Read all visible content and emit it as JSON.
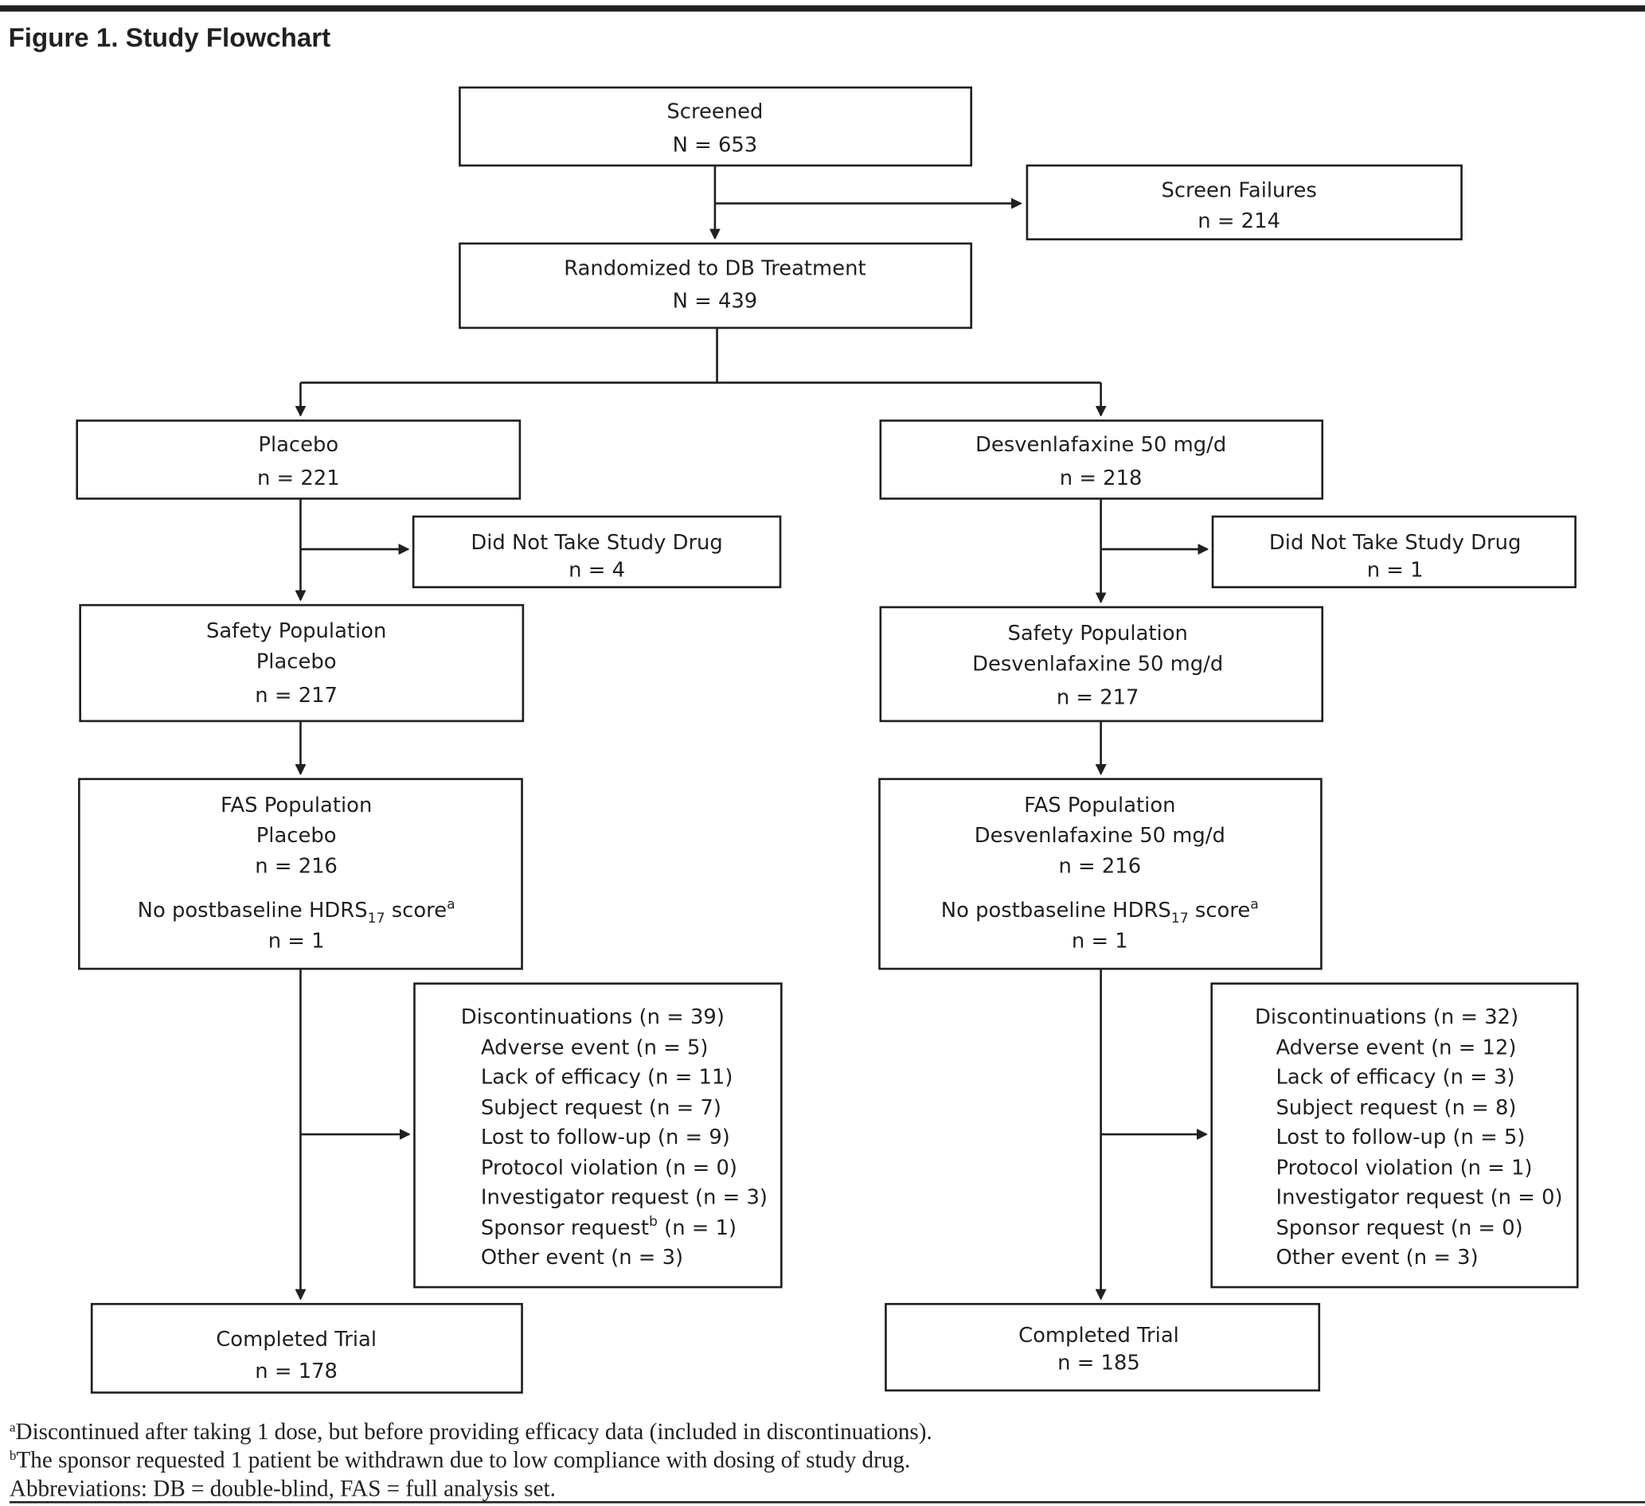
{
  "title": "Figure 1. Study Flowchart",
  "screened": {
    "label": "Screened",
    "n": "N = 653"
  },
  "screen_failures": {
    "label": "Screen Failures",
    "n": "n = 214"
  },
  "randomized": {
    "label": "Randomized to DB Treatment",
    "n": "N = 439"
  },
  "arms": [
    {
      "arm": {
        "label": "Placebo",
        "n": "n = 221"
      },
      "did_not_take": {
        "label": "Did Not Take Study Drug",
        "n": "n = 4"
      },
      "safety": {
        "label": "Safety Population",
        "group": "Placebo",
        "n": "n = 217"
      },
      "fas": {
        "label": "FAS Population",
        "group": "Placebo",
        "n": "n = 216",
        "no_post_prefix": "No postbaseline HDRS",
        "no_post_sub": "17",
        "no_post_suffix": " score",
        "no_post_sup": "a",
        "no_post_n": "n = 1"
      },
      "disc": {
        "header": "Discontinuations (n = 39)",
        "items": [
          {
            "text": "Adverse event (n = 5)"
          },
          {
            "text": "Lack of efficacy (n = 11)"
          },
          {
            "text": "Subject request (n = 7)"
          },
          {
            "text": "Lost to follow-up (n = 9)"
          },
          {
            "text": "Protocol violation (n = 0)"
          },
          {
            "text": "Investigator request (n = 3)"
          },
          {
            "text": "Sponsor request",
            "sup": "b",
            "rest": " (n = 1)"
          },
          {
            "text": "Other event (n = 3)"
          }
        ]
      },
      "completed": {
        "label": "Completed Trial",
        "n": "n = 178"
      }
    },
    {
      "arm": {
        "label": "Desvenlafaxine 50 mg/d",
        "n": "n = 218"
      },
      "did_not_take": {
        "label": "Did Not Take Study Drug",
        "n": "n = 1"
      },
      "safety": {
        "label": "Safety Population",
        "group": "Desvenlafaxine 50 mg/d",
        "n": "n = 217"
      },
      "fas": {
        "label": "FAS Population",
        "group": "Desvenlafaxine 50 mg/d",
        "n": "n = 216",
        "no_post_prefix": "No postbaseline HDRS",
        "no_post_sub": "17",
        "no_post_suffix": " score",
        "no_post_sup": "a",
        "no_post_n": "n = 1"
      },
      "disc": {
        "header": "Discontinuations (n = 32)",
        "items": [
          {
            "text": "Adverse event (n = 12)"
          },
          {
            "text": "Lack of efficacy (n = 3)"
          },
          {
            "text": "Subject request (n = 8)"
          },
          {
            "text": "Lost to follow-up (n = 5)"
          },
          {
            "text": "Protocol violation (n = 1)"
          },
          {
            "text": "Investigator request (n = 0)"
          },
          {
            "text": "Sponsor request (n = 0)"
          },
          {
            "text": "Other event (n = 3)"
          }
        ]
      },
      "completed": {
        "label": "Completed Trial",
        "n": "n = 185"
      }
    }
  ],
  "footnotes": {
    "a_mark": "a",
    "a_text": "Discontinued after taking 1 dose, but before providing efficacy data (included in discontinuations).",
    "b_mark": "b",
    "b_text": "The sponsor requested 1 patient be withdrawn due to low compliance with dosing of study drug.",
    "abbr": "Abbreviations: DB = double-blind, FAS = full analysis set."
  }
}
